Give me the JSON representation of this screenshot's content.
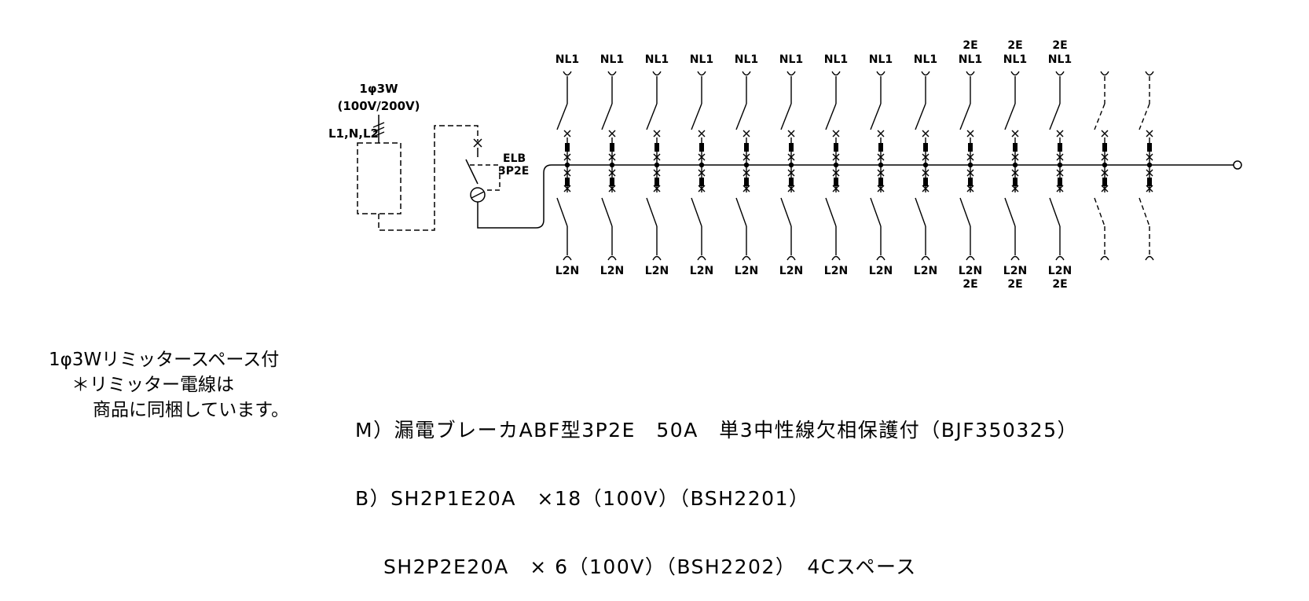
{
  "supply": {
    "phase": "1φ3W",
    "voltage": "(100V/200V)",
    "lines": "L1,N,L2"
  },
  "main_breaker": {
    "type_label": "ELB",
    "poles_label": "3P2E"
  },
  "branches_upper": [
    {
      "top_line": "",
      "label": "NL1",
      "dashed": false
    },
    {
      "top_line": "",
      "label": "NL1",
      "dashed": false
    },
    {
      "top_line": "",
      "label": "NL1",
      "dashed": false
    },
    {
      "top_line": "",
      "label": "NL1",
      "dashed": false
    },
    {
      "top_line": "",
      "label": "NL1",
      "dashed": false
    },
    {
      "top_line": "",
      "label": "NL1",
      "dashed": false
    },
    {
      "top_line": "",
      "label": "NL1",
      "dashed": false
    },
    {
      "top_line": "",
      "label": "NL1",
      "dashed": false
    },
    {
      "top_line": "",
      "label": "NL1",
      "dashed": false
    },
    {
      "top_line": "2E",
      "label": "NL1",
      "dashed": false
    },
    {
      "top_line": "2E",
      "label": "NL1",
      "dashed": false
    },
    {
      "top_line": "2E",
      "label": "NL1",
      "dashed": false
    },
    {
      "top_line": "",
      "label": "",
      "dashed": true
    },
    {
      "top_line": "",
      "label": "",
      "dashed": true
    }
  ],
  "branches_lower": [
    {
      "label": "L2N",
      "bottom_line": ""
    },
    {
      "label": "L2N",
      "bottom_line": ""
    },
    {
      "label": "L2N",
      "bottom_line": ""
    },
    {
      "label": "L2N",
      "bottom_line": ""
    },
    {
      "label": "L2N",
      "bottom_line": ""
    },
    {
      "label": "L2N",
      "bottom_line": ""
    },
    {
      "label": "L2N",
      "bottom_line": ""
    },
    {
      "label": "L2N",
      "bottom_line": ""
    },
    {
      "label": "L2N",
      "bottom_line": ""
    },
    {
      "label": "L2N",
      "bottom_line": "2E"
    },
    {
      "label": "L2N",
      "bottom_line": "2E"
    },
    {
      "label": "L2N",
      "bottom_line": "2E"
    },
    {
      "label": "",
      "bottom_line": ""
    },
    {
      "label": "",
      "bottom_line": ""
    }
  ],
  "notes": {
    "line1": "1φ3Wリミッタースペース付",
    "line2": "＊リミッター電線は",
    "line3": "商品に同梱しています。"
  },
  "spec": {
    "line1": "M）漏電ブレーカABF型3P2E　50A　単3中性線欠相保護付（BJF350325）",
    "line2": "B）SH2P1E20A　×18（100V）（BSH2201）",
    "line3": "　 SH2P2E20A　× 6（100V）（BSH2202）　4Cスペース"
  }
}
